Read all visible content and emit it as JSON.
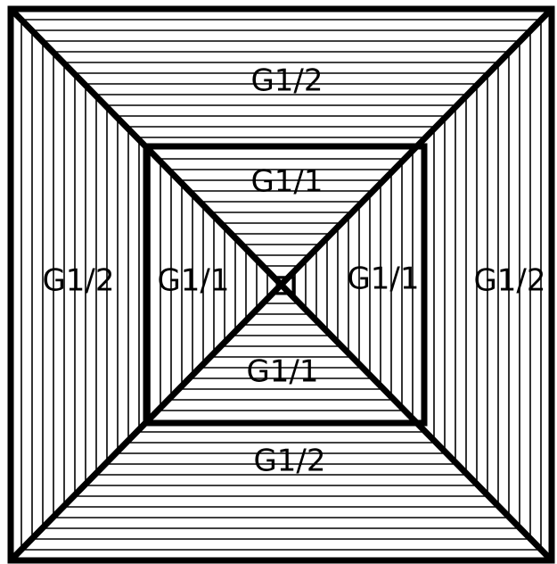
{
  "diagram": {
    "labels": {
      "outer_top": "G1/2",
      "outer_bottom": "G1/2",
      "outer_left": "G1/2",
      "outer_right": "G1/2",
      "inner_top": "G1/1",
      "inner_bottom": "G1/1",
      "inner_left": "G1/1",
      "inner_right": "G1/1"
    },
    "colors": {
      "line": "#000000",
      "background": "#ffffff"
    }
  }
}
